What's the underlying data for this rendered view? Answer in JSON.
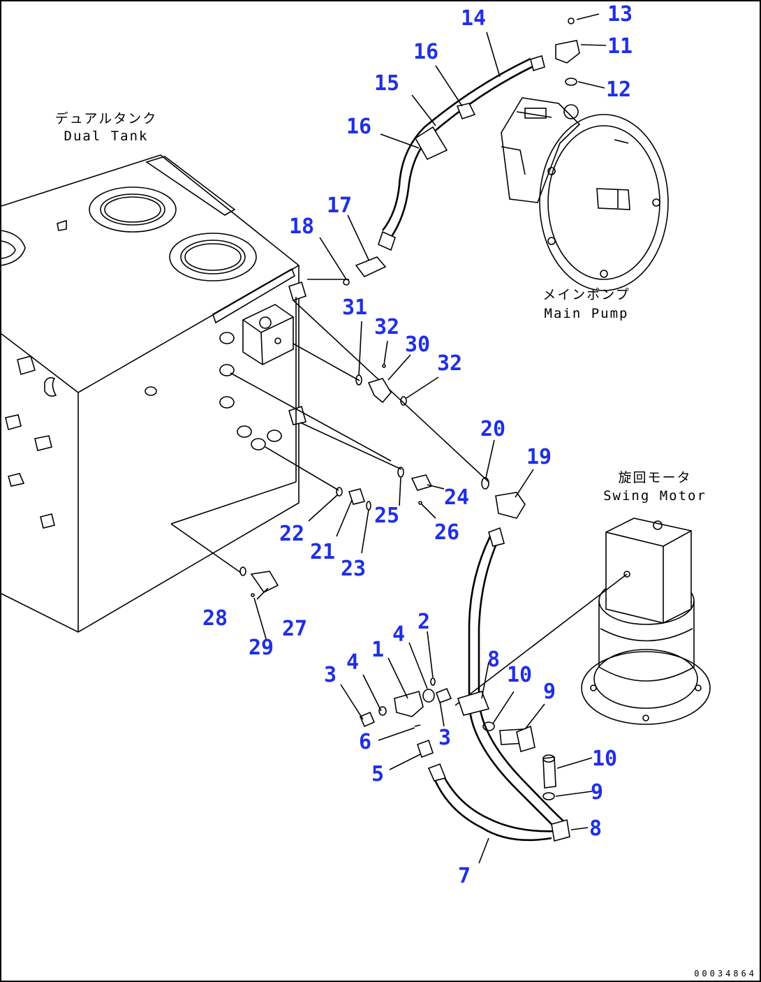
{
  "captions": {
    "dual_tank_jp": "デュアルタンク",
    "dual_tank_en": "Dual Tank",
    "main_pump_jp": "メインポンプ",
    "main_pump_en": "Main Pump",
    "swing_motor_jp": "旋回モータ",
    "swing_motor_en": "Swing Motor"
  },
  "drawing_code": "00034864",
  "colors": {
    "callout": "#1f2fe6",
    "line": "#000000",
    "paper": "#ffffff"
  },
  "callouts": {
    "c1": "1",
    "c2": "2",
    "c3a": "3",
    "c3b": "3",
    "c4a": "4",
    "c4b": "4",
    "c5": "5",
    "c6": "6",
    "c7": "7",
    "c8a": "8",
    "c8b": "8",
    "c9a": "9",
    "c9b": "9",
    "c10a": "10",
    "c10b": "10",
    "c11": "11",
    "c12": "12",
    "c13": "13",
    "c14": "14",
    "c15": "15",
    "c16a": "16",
    "c16b": "16",
    "c17": "17",
    "c18": "18",
    "c19": "19",
    "c20": "20",
    "c21": "21",
    "c22": "22",
    "c23": "23",
    "c24": "24",
    "c25": "25",
    "c26": "26",
    "c27": "27",
    "c28": "28",
    "c29": "29",
    "c30": "30",
    "c31": "31",
    "c32a": "32",
    "c32b": "32"
  }
}
